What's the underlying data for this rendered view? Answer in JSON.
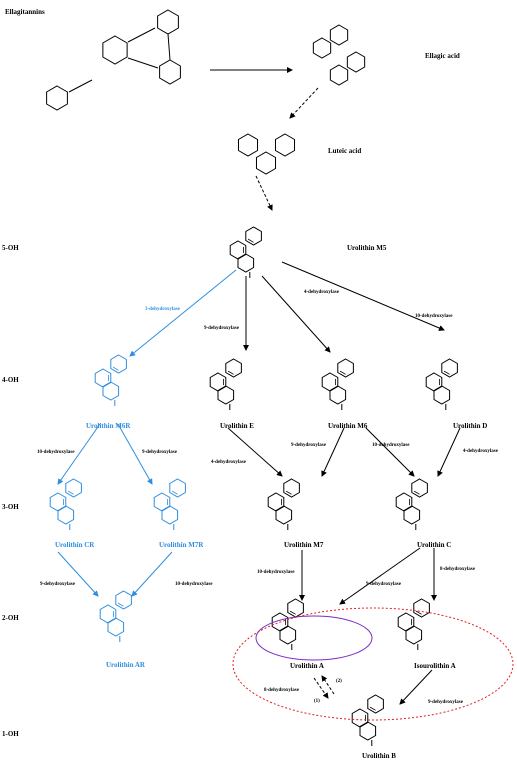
{
  "levels": [
    {
      "id": "5oh",
      "label": "5-OH"
    },
    {
      "id": "4oh",
      "label": "4-OH"
    },
    {
      "id": "3oh",
      "label": "3-OH"
    },
    {
      "id": "2oh",
      "label": "2-OH"
    },
    {
      "id": "1oh",
      "label": "1-OH"
    }
  ],
  "compounds": {
    "ellagitannins": "Ellagitannins",
    "ellagic_acid": "Ellagic acid",
    "luteic_acid": "Luteic acid",
    "urolithin_m5": "Urolithin M5",
    "urolithin_m6r": "Urolithin M6R",
    "urolithin_e": "Urolithin E",
    "urolithin_m6": "Urolithin M6",
    "urolithin_d": "Urolithin D",
    "urolithin_cr": "Urolithin CR",
    "urolithin_m7r": "Urolithin M7R",
    "urolithin_m7": "Urolithin M7",
    "urolithin_c": "Urolithin C",
    "urolithin_ar": "Urolithin AR",
    "urolithin_a": "Urolithin A",
    "isourolithin_a": "Isourolithin A",
    "urolithin_b": "Urolithin B"
  },
  "enzymes": {
    "e1": "3-dehydroxylase",
    "e2": "9-dehydroxylase",
    "e3": "4-dehydroxylase",
    "e4": "10-dehydroxylase",
    "e5": "10-dehydroxylase",
    "e6": "9-dehydroxylase",
    "e7": "9-dehydroxylase",
    "e8": "10-dehydroxylase",
    "e9": "4-dehydroxylase",
    "e10": "4-dehydroxylase",
    "e11": "9-dehydroxylase",
    "e12": "10-dehydroxylase",
    "e13": "10-dehydroxylase",
    "e14": "9-dehydroxylase",
    "e15": "8-dehydroxylase",
    "e16": "8-dehydroxylase",
    "e17": "9-dehydroxylase"
  },
  "markers": {
    "step1": "(1)",
    "step2": "(2)"
  },
  "colors": {
    "black": "#000000",
    "blue": "#2f8ee0",
    "purple": "#7b2fbf",
    "red": "#e02020"
  }
}
